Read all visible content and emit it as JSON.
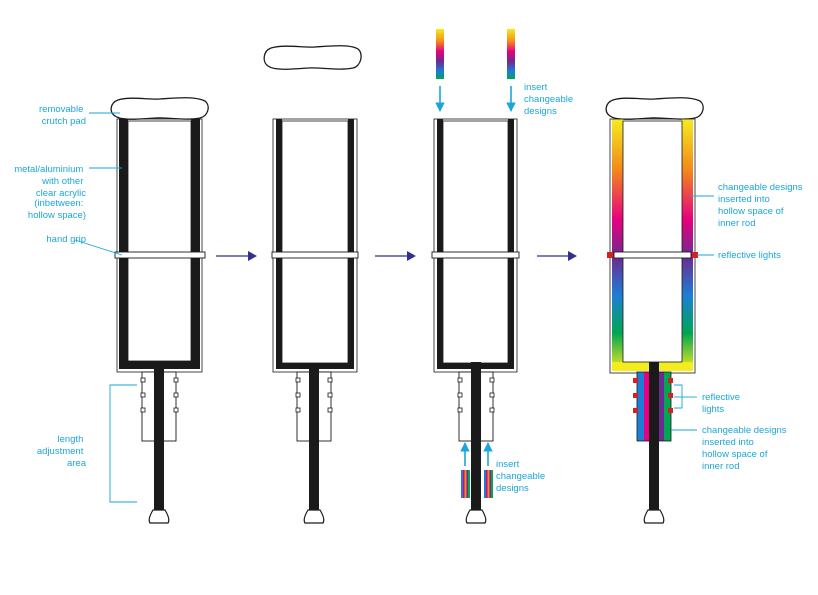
{
  "colors": {
    "label": "#1ba6d9",
    "arrow": "#2e3192",
    "rod": "#1a1a1a",
    "reflector": "#d42020"
  },
  "labels": {
    "crutch_pad": [
      "removable",
      "crutch pad"
    ],
    "material": [
      "metal/aluminium",
      "with other",
      "clear acrylic"
    ],
    "hollow": [
      "(inbetween:",
      "hollow space)"
    ],
    "hand_grip": [
      "hand grip"
    ],
    "length_area": [
      "length",
      "adjustment",
      "area"
    ],
    "insert_top": [
      "insert",
      "changeable",
      "designs"
    ],
    "insert_bottom": [
      "insert",
      "changeable",
      "designs"
    ],
    "designs_upper": [
      "changeable designs",
      "inserted into",
      "hollow space of",
      "inner rod"
    ],
    "reflective_upper": [
      "reflective lights"
    ],
    "reflective_lower": [
      "reflective",
      "lights"
    ],
    "designs_lower": [
      "changeable designs",
      "inserted into",
      "hollow space of",
      "inner rod"
    ]
  },
  "icons": {
    "step_arrow": "right-arrow-icon",
    "insert_arrow_down": "down-arrow-icon",
    "insert_arrow_up": "up-arrow-icon"
  }
}
